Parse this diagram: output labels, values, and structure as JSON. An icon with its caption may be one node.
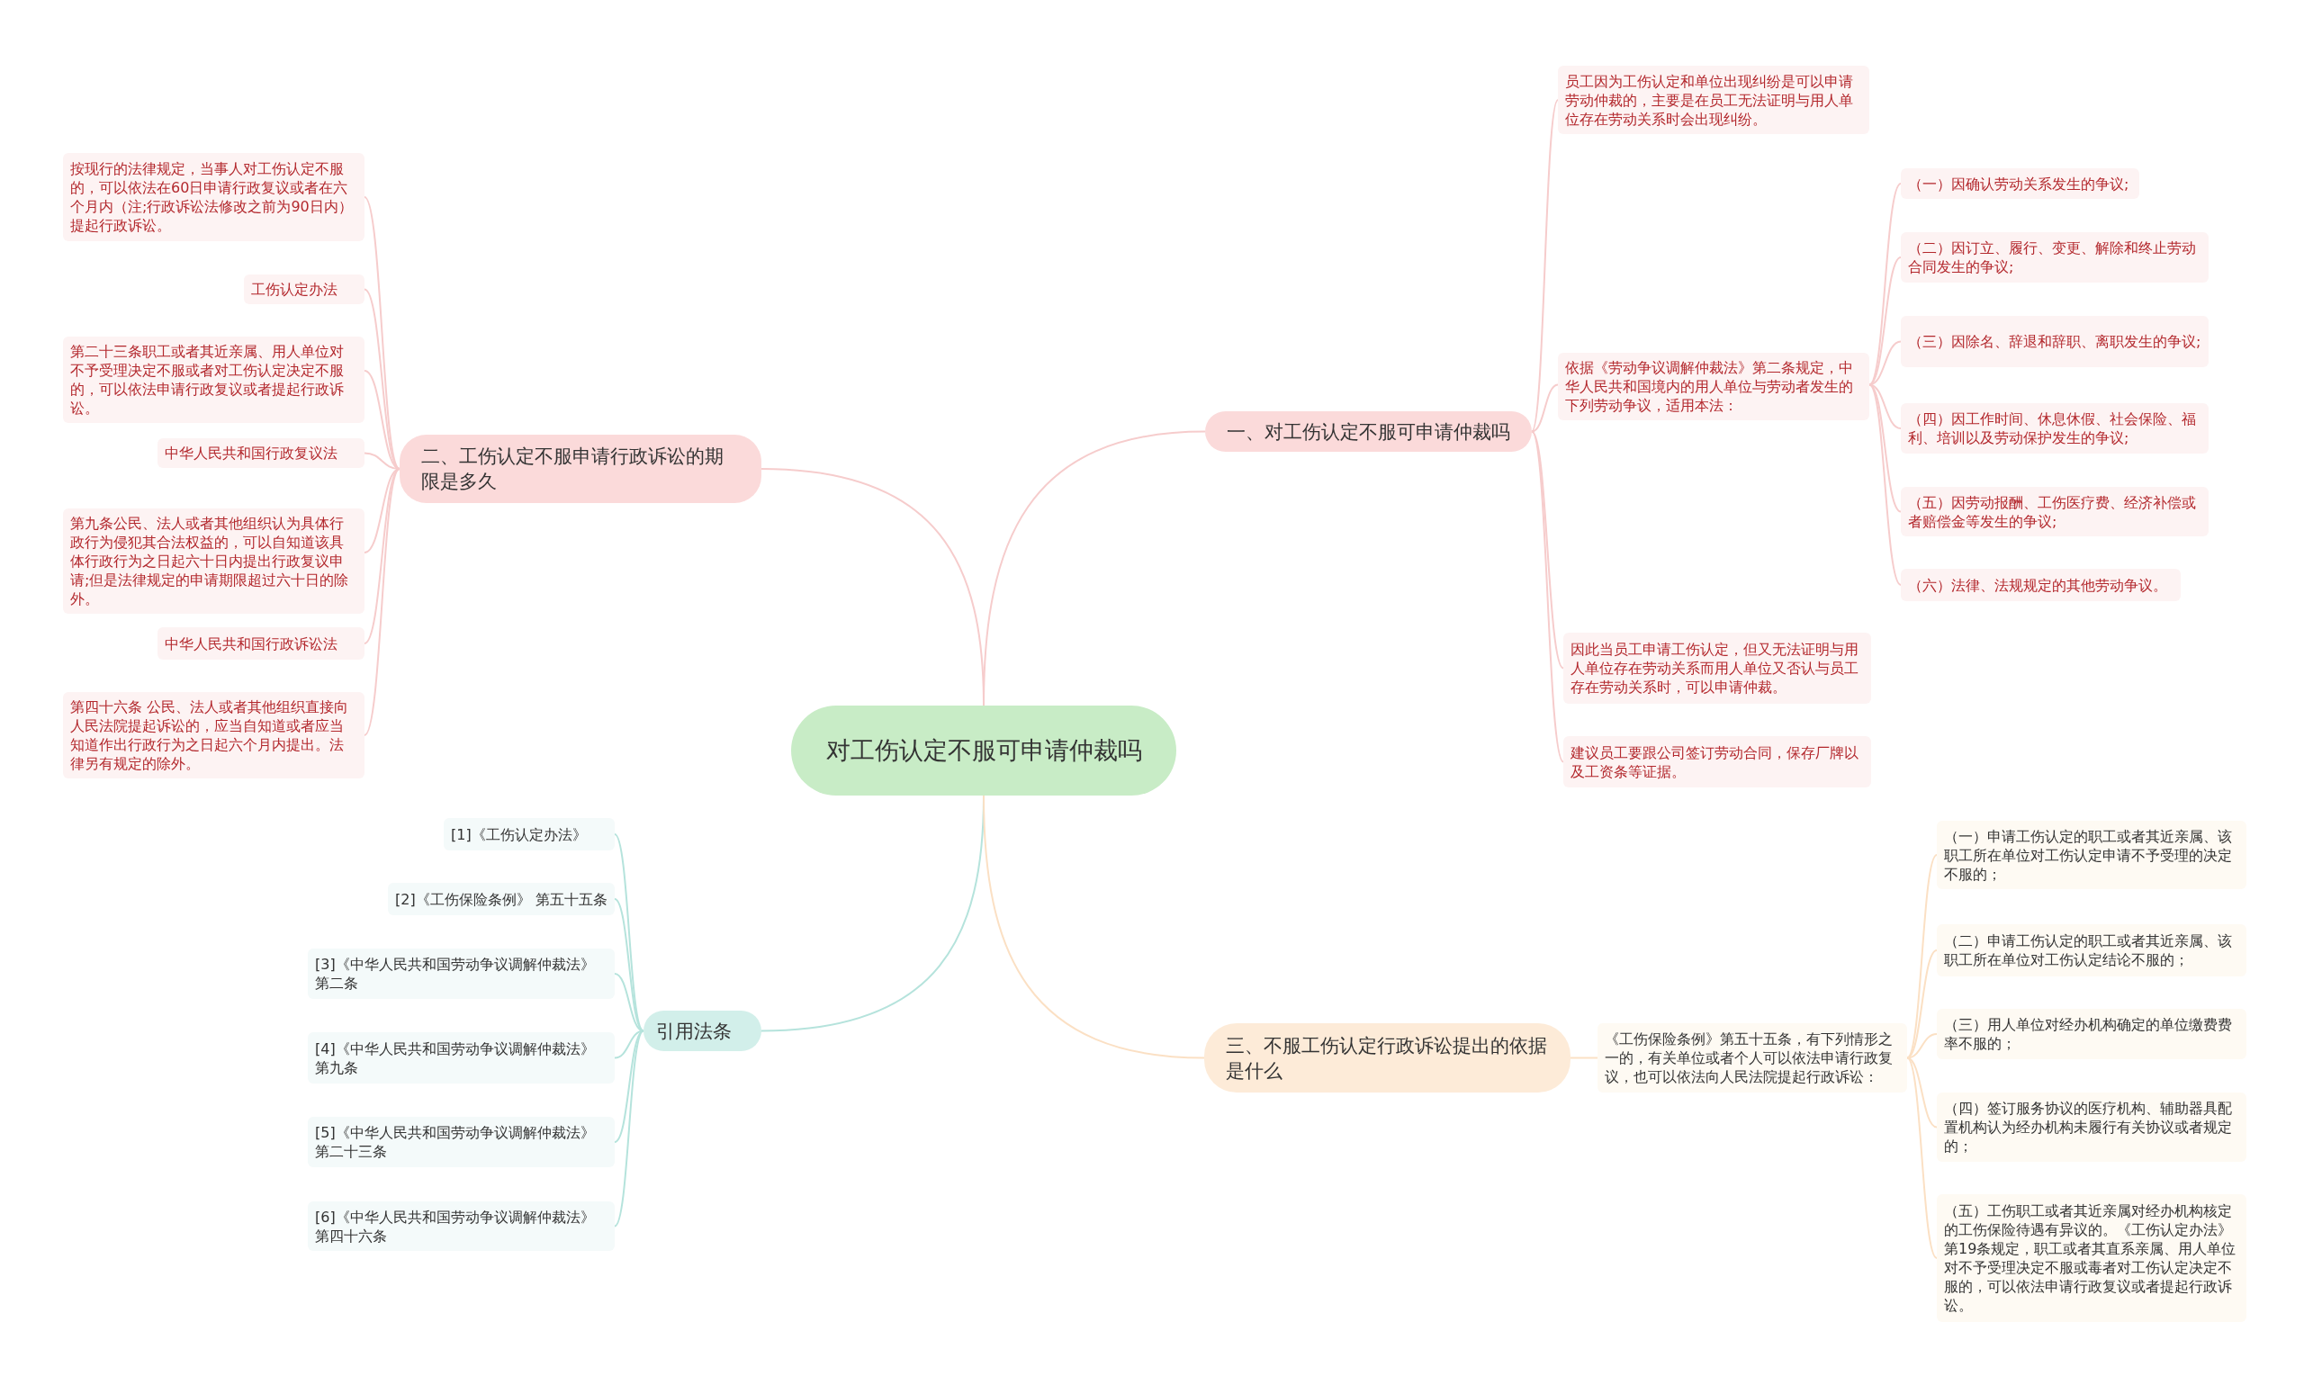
{
  "diagram": {
    "nodes": [
      {
        "text": [
          "对工伤认定不服可申请仲裁吗"
        ]
      },
      {
        "text": [
          "一、对工伤认定不服可申请仲裁吗"
        ]
      },
      {
        "text": [
          "员工因为工伤认定和单位出现纠纷是可以申请劳动仲裁的，主要是在员工无法证明与用人单位存在劳动关系时会出现纠纷。"
        ]
      },
      {
        "text": [
          "依据《劳动争议调解仲裁法》第二条规定，中华人民共和国境内的用人单位与劳动者发生的下列劳动争议，适用本法："
        ]
      },
      {
        "text": [
          "（一）因确认劳动关系发生的争议;"
        ]
      },
      {
        "text": [
          "（二）因订立、履行、变更、解除和终止劳动合同发生的争议;"
        ]
      },
      {
        "text": [
          "（三）因除名、辞退和辞职、离职发生的争议;"
        ]
      },
      {
        "text": [
          "（四）因工作时间、休息休假、社会保险、福利、培训以及劳动保护发生的争议;"
        ]
      },
      {
        "text": [
          "（五）因劳动报酬、工伤医疗费、经济补偿或者赔偿金等发生的争议;"
        ]
      },
      {
        "text": [
          "（六）法律、法规规定的其他劳动争议。"
        ]
      },
      {
        "text": [
          "因此当员工申请工伤认定，但又无法证明与用人单位存在劳动关系而用人单位又否认与员工存在劳动关系时，可以申请仲裁。"
        ]
      },
      {
        "text": [
          "建议员工要跟公司签订劳动合同，保存厂牌以及工资条等证据。"
        ]
      },
      {
        "text": [
          "二、工伤认定不服申请行政诉讼的期限是多久"
        ]
      },
      {
        "text": [
          "按现行的法律规定，当事人对工伤认定不服的，可以依法在60日申请行政复议或者在六个月内（注;行政诉讼法修改之前为90日内）提起行政诉讼。"
        ]
      },
      {
        "text": [
          "工伤认定办法"
        ]
      },
      {
        "text": [
          "第二十三条职工或者其近亲属、用人单位对不予受理决定不服或者对工伤认定决定不服的，可以依法申请行政复议或者提起行政诉讼。"
        ]
      },
      {
        "text": [
          "中华人民共和国行政复议法"
        ]
      },
      {
        "text": [
          "第九条公民、法人或者其他组织认为具体行政行为侵犯其合法权益的，可以自知道该具体行政行为之日起六十日内提出行政复议申请;但是法律规定的申请期限超过六十日的除外。"
        ]
      },
      {
        "text": [
          "中华人民共和国行政诉讼法"
        ]
      },
      {
        "text": [
          "第四十六条 公民、法人或者其他组织直接向人民法院提起诉讼的，应当自知道或者应当知道作出行政行为之日起六个月内提出。法律另有规定的除外。"
        ]
      },
      {
        "text": [
          "引用法条"
        ]
      },
      {
        "text": [
          "[1]《工伤认定办法》"
        ]
      },
      {
        "text": [
          "[2]《工伤保险条例》 第五十五条"
        ]
      },
      {
        "text": [
          "[3]《中华人民共和国劳动争议调解仲裁法》第二条"
        ]
      },
      {
        "text": [
          "[4]《中华人民共和国劳动争议调解仲裁法》第九条"
        ]
      },
      {
        "text": [
          "[5]《中华人民共和国劳动争议调解仲裁法》第二十三条"
        ]
      },
      {
        "text": [
          "[6]《中华人民共和国劳动争议调解仲裁法》第四十六条"
        ]
      },
      {
        "text": [
          "三、不服工伤认定行政诉讼提出的依据是什么"
        ]
      },
      {
        "text": [
          "《工伤保险条例》第五十五条，有下列情形之一的，有关单位或者个人可以依法申请行政复议，也可以依法向人民法院提起行政诉讼："
        ]
      },
      {
        "text": [
          "（一）申请工伤认定的职工或者其近亲属、该职工所在单位对工伤认定申请不予受理的决定不服的；"
        ]
      },
      {
        "text": [
          "（二）申请工伤认定的职工或者其近亲属、该职工所在单位对工伤认定结论不服的；"
        ]
      },
      {
        "text": [
          "（三）用人单位对经办机构确定的单位缴费费率不服的；"
        ]
      },
      {
        "text": [
          "（四）签订服务协议的医疗机构、辅助器具配置机构认为经办机构未履行有关协议或者规定的；"
        ]
      },
      {
        "text": [
          "（五）工伤职工或者其近亲属对经办机构核定的工伤保险待遇有异议的。《工伤认定办法》第19条规定，职工或者其直系亲属、用人单位对不予受理决定不服或毒者对工伤认定决定不服的，可以依法申请行政复议或者提起行政诉讼。"
        ]
      }
    ],
    "edges": [
      {
        "from": 0,
        "to": 1,
        "arrow": "none"
      },
      {
        "from": 1,
        "to": 2,
        "arrow": "none"
      },
      {
        "from": 1,
        "to": 3,
        "arrow": "none"
      },
      {
        "from": 3,
        "to": 4,
        "arrow": "none"
      },
      {
        "from": 3,
        "to": 5,
        "arrow": "none"
      },
      {
        "from": 3,
        "to": 6,
        "arrow": "none"
      },
      {
        "from": 3,
        "to": 7,
        "arrow": "none"
      },
      {
        "from": 3,
        "to": 8,
        "arrow": "none"
      },
      {
        "from": 3,
        "to": 9,
        "arrow": "none"
      },
      {
        "from": 1,
        "to": 10,
        "arrow": "none"
      },
      {
        "from": 1,
        "to": 11,
        "arrow": "none"
      },
      {
        "from": 0,
        "to": 12,
        "arrow": "none"
      },
      {
        "from": 12,
        "to": 13,
        "arrow": "none"
      },
      {
        "from": 12,
        "to": 14,
        "arrow": "none"
      },
      {
        "from": 12,
        "to": 15,
        "arrow": "none"
      },
      {
        "from": 12,
        "to": 16,
        "arrow": "none"
      },
      {
        "from": 12,
        "to": 17,
        "arrow": "none"
      },
      {
        "from": 12,
        "to": 18,
        "arrow": "none"
      },
      {
        "from": 12,
        "to": 19,
        "arrow": "none"
      },
      {
        "from": 0,
        "to": 20,
        "arrow": "none",
        "color": "#b5e3dc"
      },
      {
        "from": 20,
        "to": 21,
        "arrow": "none",
        "color": "#b5e3dc"
      },
      {
        "from": 20,
        "to": 22,
        "arrow": "none",
        "color": "#b5e3dc"
      },
      {
        "from": 20,
        "to": 23,
        "arrow": "none",
        "color": "#b5e3dc"
      },
      {
        "from": 20,
        "to": 24,
        "arrow": "none",
        "color": "#b5e3dc"
      },
      {
        "from": 20,
        "to": 25,
        "arrow": "none",
        "color": "#b5e3dc"
      },
      {
        "from": 20,
        "to": 26,
        "arrow": "none",
        "color": "#b5e3dc"
      },
      {
        "from": 0,
        "to": 27,
        "arrow": "none",
        "color": "#fbe0c4"
      },
      {
        "from": 27,
        "to": 28,
        "arrow": "none",
        "color": "#fbe0c4"
      },
      {
        "from": 28,
        "to": 29,
        "arrow": "none",
        "color": "#fbe0c4"
      },
      {
        "from": 28,
        "to": 30,
        "arrow": "none",
        "color": "#fbe0c4"
      },
      {
        "from": 28,
        "to": 31,
        "arrow": "none",
        "color": "#fbe0c4"
      },
      {
        "from": 28,
        "to": 32,
        "arrow": "none",
        "color": "#fbe0c4"
      },
      {
        "from": 28,
        "to": 33,
        "arrow": "none",
        "color": "#fbe0c4"
      }
    ]
  }
}
